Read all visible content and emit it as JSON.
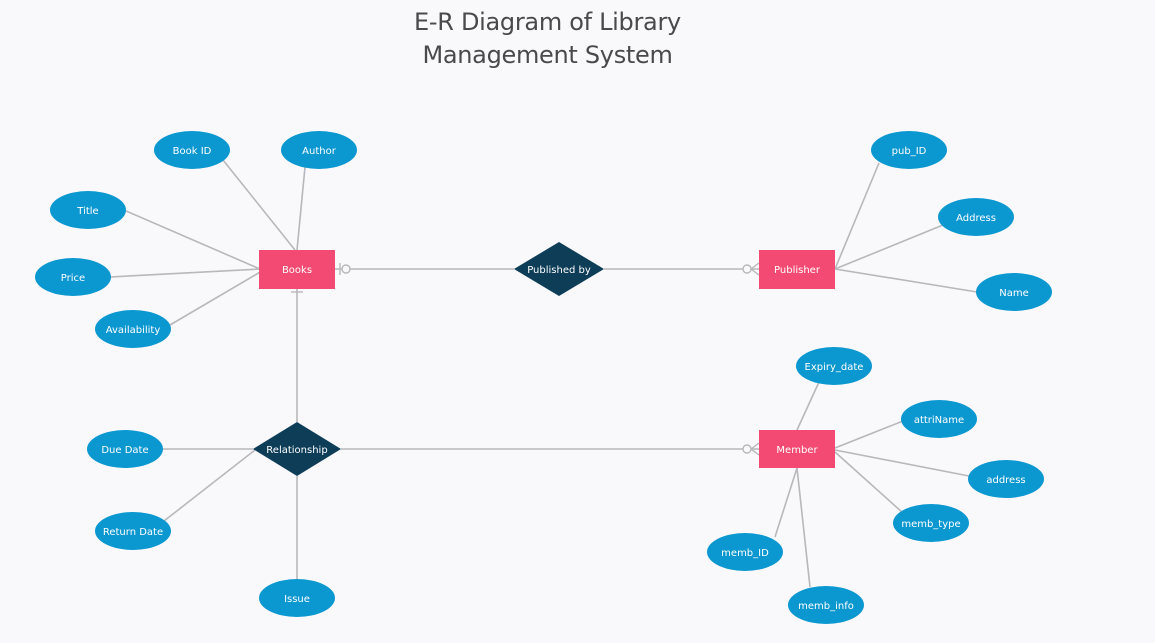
{
  "title": {
    "line1": "E-R Diagram of Library",
    "line2": "Management System"
  },
  "colors": {
    "entity": "#f24a72",
    "relationship": "#0d3d57",
    "attribute": "#0b97d0",
    "connector": "#b8b8bc",
    "background": "#f9f9fb",
    "title": "#4a4a4a"
  },
  "entities": {
    "books": "Books",
    "publisher": "Publisher",
    "member": "Member"
  },
  "relationships": {
    "published_by": "Published by",
    "relationship": "Relationship"
  },
  "attributes": {
    "book_id": "Book ID",
    "author": "Author",
    "title": "Title",
    "price": "Price",
    "availability": "Availability",
    "pub_id": "pub_ID",
    "address_pub": "Address",
    "name": "Name",
    "expiry_date": "Expiry_date",
    "attri_name": "attriName",
    "address_member": "address",
    "memb_type": "memb_type",
    "memb_id": "memb_ID",
    "memb_info": "memb_info",
    "due_date": "Due Date",
    "return_date": "Return Date",
    "issue": "Issue"
  }
}
